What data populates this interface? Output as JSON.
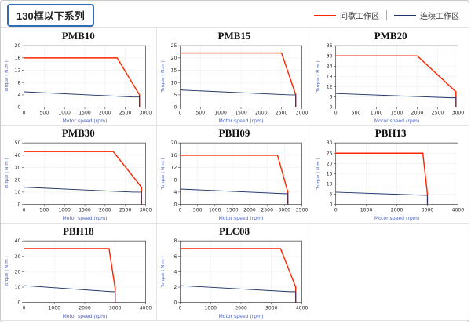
{
  "header": {
    "title": "130框以下系列",
    "legend": [
      {
        "label": "间歇工作区",
        "color": "#ff2400"
      },
      {
        "label": "连续工作区",
        "color": "#1f3468"
      }
    ]
  },
  "chart_data": [
    {
      "type": "line",
      "title": "PMB10",
      "xlabel": "Motor speed (rpm)",
      "ylabel": "Torque ( N.m )",
      "xlim": [
        0,
        3000
      ],
      "xticks": [
        0,
        500,
        1000,
        1500,
        2000,
        2500,
        3000
      ],
      "ylim": [
        0,
        20
      ],
      "yticks": [
        0,
        4,
        8,
        12,
        16,
        20
      ],
      "series": [
        {
          "name": "间歇工作区",
          "color": "#ff2400",
          "points": [
            [
              0,
              16
            ],
            [
              2300,
              16
            ],
            [
              2850,
              4
            ],
            [
              2850,
              0
            ]
          ]
        },
        {
          "name": "连续工作区",
          "color": "#1f3468",
          "points": [
            [
              0,
              5
            ],
            [
              2700,
              3.3
            ],
            [
              2850,
              3.3
            ],
            [
              2850,
              0
            ]
          ]
        }
      ]
    },
    {
      "type": "line",
      "title": "PMB15",
      "xlabel": "Motor speed (rpm)",
      "ylabel": "Torque ( N.m )",
      "xlim": [
        0,
        3000
      ],
      "xticks": [
        0,
        500,
        1000,
        1500,
        2000,
        2500,
        3000
      ],
      "ylim": [
        0,
        25
      ],
      "yticks": [
        0,
        5,
        10,
        15,
        20,
        25
      ],
      "series": [
        {
          "name": "间歇工作区",
          "color": "#ff2400",
          "points": [
            [
              0,
              22
            ],
            [
              2500,
              22
            ],
            [
              2850,
              5
            ],
            [
              2850,
              0
            ]
          ]
        },
        {
          "name": "连续工作区",
          "color": "#1f3468",
          "points": [
            [
              0,
              7
            ],
            [
              2700,
              5
            ],
            [
              2850,
              5
            ],
            [
              2850,
              0
            ]
          ]
        }
      ]
    },
    {
      "type": "line",
      "title": "PMB20",
      "xlabel": "Motor speed (rpm)",
      "ylabel": "Torque ( N.m )",
      "xlim": [
        0,
        3000
      ],
      "xticks": [
        0,
        500,
        1000,
        1500,
        2000,
        2500,
        3000
      ],
      "ylim": [
        0,
        36
      ],
      "yticks": [
        0,
        6,
        12,
        18,
        24,
        30,
        36
      ],
      "series": [
        {
          "name": "间歇工作区",
          "color": "#ff2400",
          "points": [
            [
              0,
              30
            ],
            [
              2000,
              30
            ],
            [
              2950,
              9
            ],
            [
              2950,
              0
            ]
          ]
        },
        {
          "name": "连续工作区",
          "color": "#1f3468",
          "points": [
            [
              0,
              8
            ],
            [
              2800,
              5.5
            ],
            [
              2950,
              5.5
            ],
            [
              2950,
              0
            ]
          ]
        }
      ]
    },
    {
      "type": "line",
      "title": "PMB30",
      "xlabel": "Motor speed (rpm)",
      "ylabel": "Torque ( N.m )",
      "xlim": [
        0,
        3000
      ],
      "xticks": [
        0,
        500,
        1000,
        1500,
        2000,
        2500,
        3000
      ],
      "ylim": [
        0,
        50
      ],
      "yticks": [
        0,
        10,
        20,
        30,
        40,
        50
      ],
      "series": [
        {
          "name": "间歇工作区",
          "color": "#ff2400",
          "points": [
            [
              0,
              43
            ],
            [
              2200,
              43
            ],
            [
              2900,
              14
            ],
            [
              2900,
              0
            ]
          ]
        },
        {
          "name": "连续工作区",
          "color": "#1f3468",
          "points": [
            [
              0,
              14
            ],
            [
              2700,
              10
            ],
            [
              2900,
              10
            ],
            [
              2900,
              0
            ]
          ]
        }
      ]
    },
    {
      "type": "line",
      "title": "PBH09",
      "xlabel": "Motor speed (rpm)",
      "ylabel": "Torque ( N.m )",
      "xlim": [
        0,
        3500
      ],
      "xticks": [
        0,
        500,
        1000,
        1500,
        2000,
        2500,
        3000,
        3500
      ],
      "ylim": [
        0,
        20
      ],
      "yticks": [
        0,
        4,
        8,
        12,
        16,
        20
      ],
      "series": [
        {
          "name": "间歇工作区",
          "color": "#ff2400",
          "points": [
            [
              0,
              16
            ],
            [
              2800,
              16
            ],
            [
              3100,
              4
            ],
            [
              3100,
              0
            ]
          ]
        },
        {
          "name": "连续工作区",
          "color": "#1f3468",
          "points": [
            [
              0,
              5
            ],
            [
              3000,
              3.5
            ],
            [
              3100,
              3.5
            ],
            [
              3100,
              0
            ]
          ]
        }
      ]
    },
    {
      "type": "line",
      "title": "PBH13",
      "xlabel": "Motor speed (rpm)",
      "ylabel": "Torque ( N.m )",
      "xlim": [
        0,
        4000
      ],
      "xticks": [
        0,
        1000,
        2000,
        3000,
        4000
      ],
      "ylim": [
        0,
        30
      ],
      "yticks": [
        0,
        5,
        10,
        15,
        20,
        25,
        30
      ],
      "series": [
        {
          "name": "间歇工作区",
          "color": "#ff2400",
          "points": [
            [
              0,
              25
            ],
            [
              2850,
              25
            ],
            [
              3000,
              5
            ],
            [
              3000,
              0
            ]
          ]
        },
        {
          "name": "连续工作区",
          "color": "#1f3468",
          "points": [
            [
              0,
              6
            ],
            [
              2900,
              4.5
            ],
            [
              3000,
              4.5
            ],
            [
              3000,
              0
            ]
          ]
        }
      ]
    },
    {
      "type": "line",
      "title": "PBH18",
      "xlabel": "Motor speed (rpm)",
      "ylabel": "Torque ( N.m )",
      "xlim": [
        0,
        4000
      ],
      "xticks": [
        0,
        1000,
        2000,
        3000,
        4000
      ],
      "ylim": [
        0,
        40
      ],
      "yticks": [
        0,
        10,
        20,
        30,
        40
      ],
      "series": [
        {
          "name": "间歇工作区",
          "color": "#ff2400",
          "points": [
            [
              0,
              35
            ],
            [
              2800,
              35
            ],
            [
              3000,
              9
            ],
            [
              3000,
              0
            ]
          ]
        },
        {
          "name": "连续工作区",
          "color": "#1f3468",
          "points": [
            [
              0,
              11
            ],
            [
              2900,
              7
            ],
            [
              3000,
              7
            ],
            [
              3000,
              0
            ]
          ]
        }
      ]
    },
    {
      "type": "line",
      "title": "PLC08",
      "xlabel": "Motor speed (rpm)",
      "ylabel": "Torque ( N.m )",
      "xlim": [
        0,
        4000
      ],
      "xticks": [
        0,
        1000,
        2000,
        3000,
        4000
      ],
      "ylim": [
        0,
        8
      ],
      "yticks": [
        0,
        2,
        4,
        6,
        8
      ],
      "series": [
        {
          "name": "间歇工作区",
          "color": "#ff2400",
          "points": [
            [
              0,
              7
            ],
            [
              3300,
              7
            ],
            [
              3800,
              2
            ],
            [
              3800,
              0
            ]
          ]
        },
        {
          "name": "连续工作区",
          "color": "#1f3468",
          "points": [
            [
              0,
              2.2
            ],
            [
              3600,
              1.4
            ],
            [
              3800,
              1.4
            ],
            [
              3800,
              0
            ]
          ]
        }
      ]
    }
  ],
  "style": {
    "axis_label_color": "#4a5fc1",
    "tick_color": "#222",
    "grid_color": "#ececec",
    "frame_color": "#444"
  }
}
